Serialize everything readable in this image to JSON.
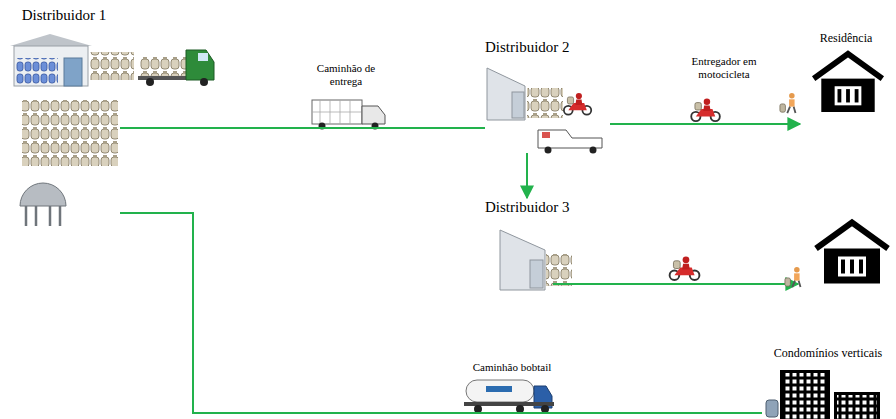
{
  "diagram": {
    "nodes": [
      {
        "text": [
          "Distribuidor 1"
        ]
      },
      {
        "text": [
          "Distribuidor 2"
        ]
      },
      {
        "text": [
          "Distribuidor 3"
        ]
      },
      {
        "text": [
          "Residência"
        ]
      },
      {
        "text": [
          "Condomínios verticais"
        ]
      }
    ],
    "edges": [
      {
        "from": 0,
        "to": 1,
        "arrow": "none",
        "label": "Caminhão de entrega"
      },
      {
        "from": 1,
        "to": 3,
        "arrow": "to",
        "label": "Entregador em motocicleta"
      },
      {
        "from": 1,
        "to": 2,
        "arrow": "to"
      },
      {
        "from": 0,
        "to": 4,
        "arrow": "none",
        "label": "Caminhão bobtail"
      }
    ]
  }
}
